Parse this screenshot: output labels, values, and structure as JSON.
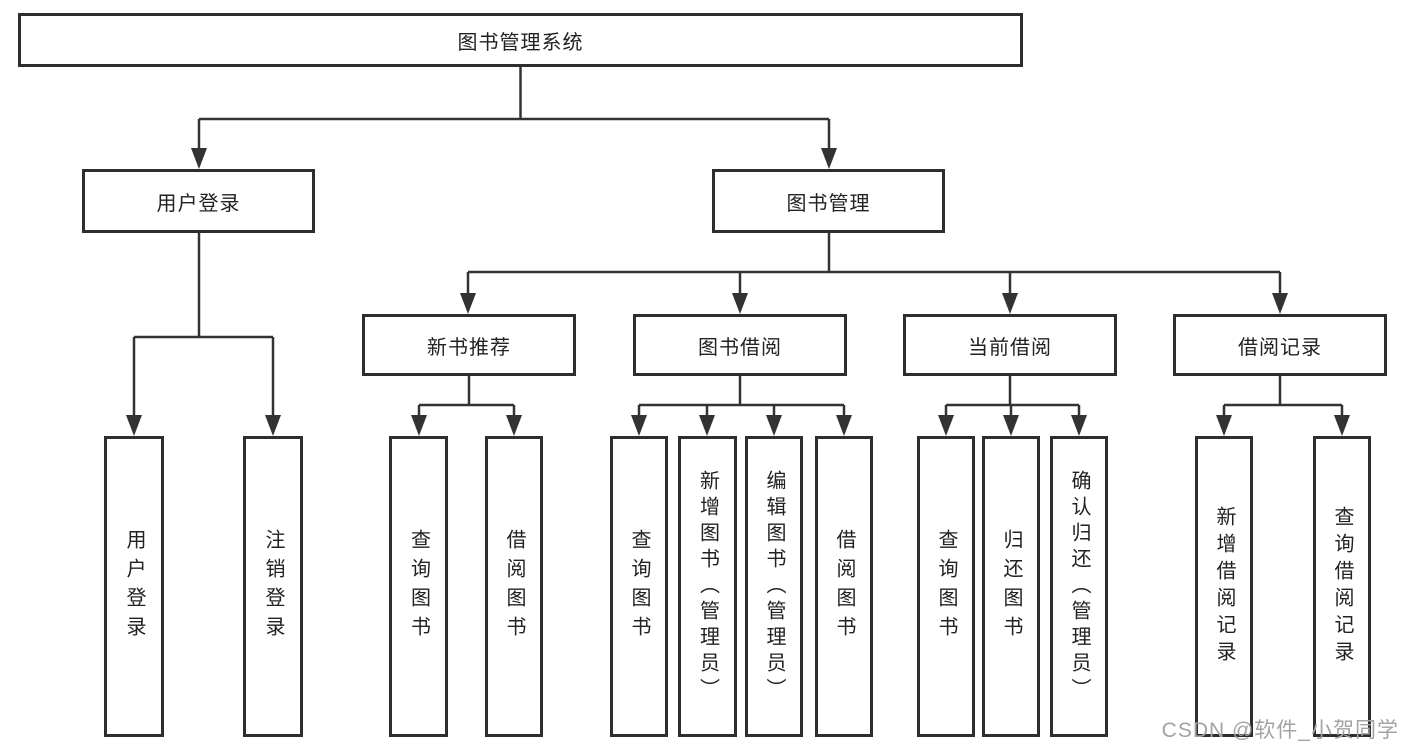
{
  "tree": {
    "root": {
      "label": "图书管理系统"
    },
    "children": [
      {
        "label": "用户登录",
        "children": [
          {
            "label": "用户登录"
          },
          {
            "label": "注销登录"
          }
        ]
      },
      {
        "label": "图书管理",
        "children": [
          {
            "label": "新书推荐",
            "children": [
              {
                "label": "查询图书"
              },
              {
                "label": "借阅图书"
              }
            ]
          },
          {
            "label": "图书借阅",
            "children": [
              {
                "label": "查询图书"
              },
              {
                "label": "新增图书（管理员）"
              },
              {
                "label": "编辑图书（管理员）"
              },
              {
                "label": "借阅图书"
              }
            ]
          },
          {
            "label": "当前借阅",
            "children": [
              {
                "label": "查询图书"
              },
              {
                "label": "归还图书"
              },
              {
                "label": "确认归还（管理员）"
              }
            ]
          },
          {
            "label": "借阅记录",
            "children": [
              {
                "label": "新增借阅记录"
              },
              {
                "label": "查询借阅记录"
              }
            ]
          }
        ]
      }
    ]
  },
  "watermark": {
    "text": "CSDN @软件_小贺同学"
  },
  "colors": {
    "line": "#333333",
    "box_border": "#2e2e2e",
    "box_fill": "#ffffff",
    "text": "#222222",
    "watermark": "#a3a3a3"
  }
}
